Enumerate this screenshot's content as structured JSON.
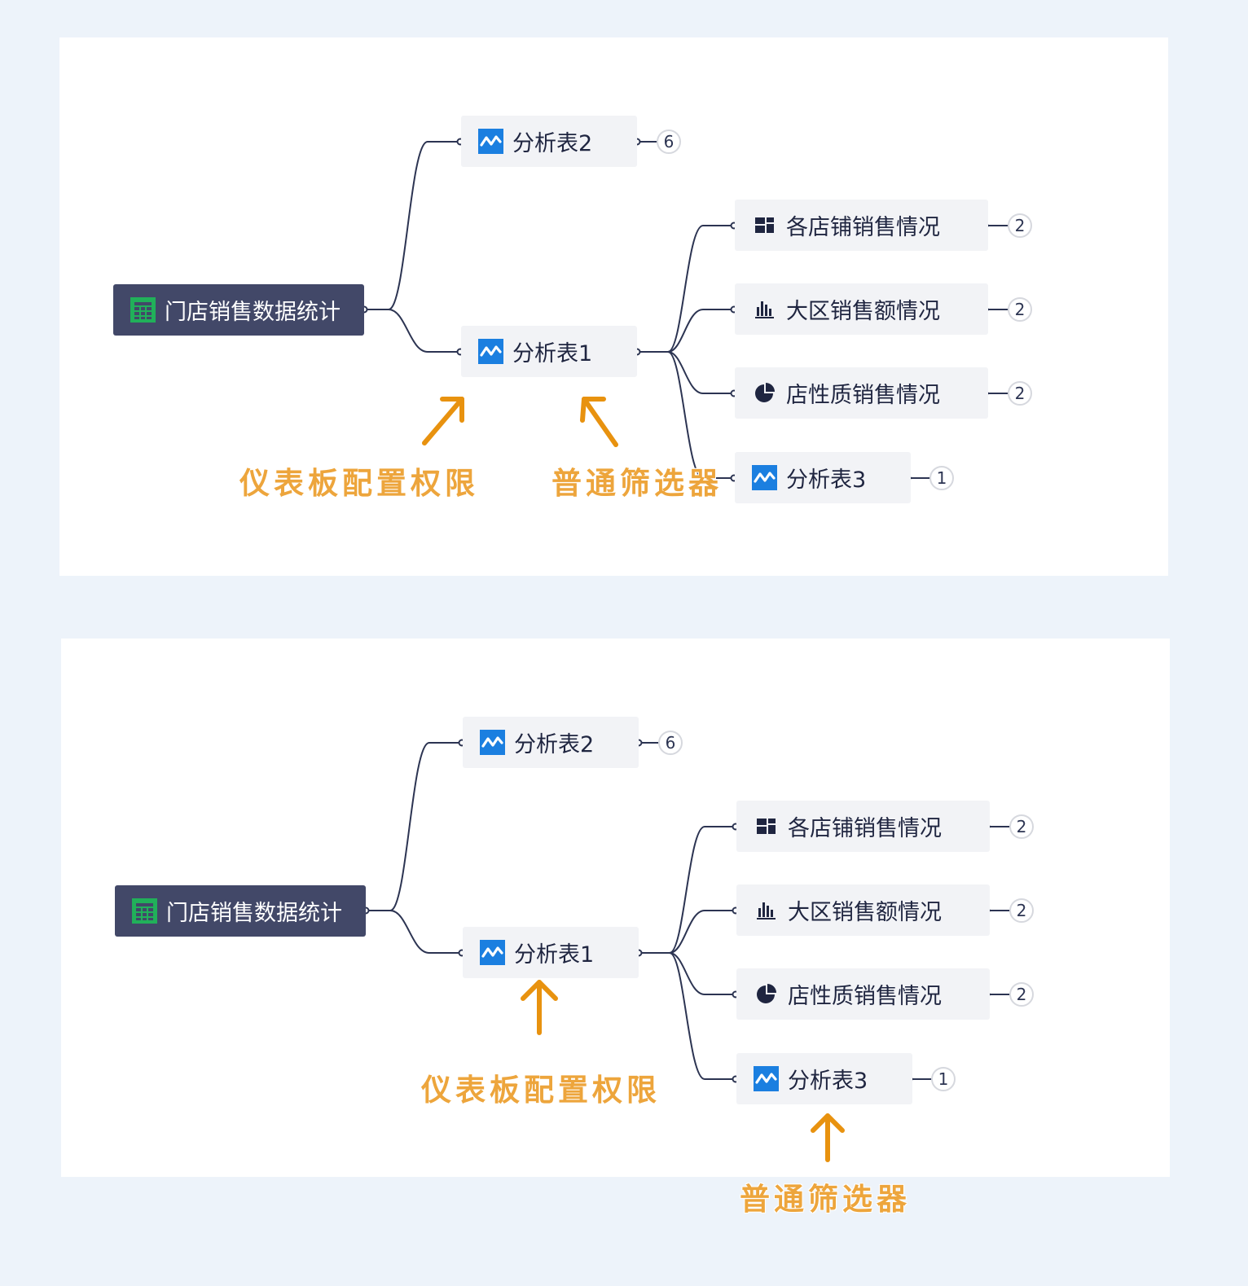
{
  "diagrams": [
    {
      "root": {
        "label": "门店销售数据统计",
        "icon": "table-icon"
      },
      "children": [
        {
          "label": "分析表2",
          "icon": "line-chart-icon",
          "count": "6"
        },
        {
          "label": "分析表1",
          "icon": "line-chart-icon"
        }
      ],
      "grandchildren": [
        {
          "label": "各店铺销售情况",
          "icon": "dashboard-grid-icon",
          "count": "2"
        },
        {
          "label": "大区销售额情况",
          "icon": "bar-chart-icon",
          "count": "2"
        },
        {
          "label": "店性质销售情况",
          "icon": "pie-chart-icon",
          "count": "2"
        },
        {
          "label": "分析表3",
          "icon": "line-chart-icon",
          "count": "1"
        }
      ],
      "annotations": [
        {
          "text": "仪表板配置权限"
        },
        {
          "text": "普通筛选器"
        }
      ]
    },
    {
      "root": {
        "label": "门店销售数据统计",
        "icon": "table-icon"
      },
      "children": [
        {
          "label": "分析表2",
          "icon": "line-chart-icon",
          "count": "6"
        },
        {
          "label": "分析表1",
          "icon": "line-chart-icon"
        }
      ],
      "grandchildren": [
        {
          "label": "各店铺销售情况",
          "icon": "dashboard-grid-icon",
          "count": "2"
        },
        {
          "label": "大区销售额情况",
          "icon": "bar-chart-icon",
          "count": "2"
        },
        {
          "label": "店性质销售情况",
          "icon": "pie-chart-icon",
          "count": "2"
        },
        {
          "label": "分析表3",
          "icon": "line-chart-icon",
          "count": "1"
        }
      ],
      "annotations": [
        {
          "text": "仪表板配置权限"
        },
        {
          "text": "普通筛选器"
        }
      ]
    }
  ],
  "colors": {
    "page_background": "#edf3fa",
    "root_node": "#424868",
    "node_background": "#f2f3f6",
    "connector": "#2c3452",
    "line_chart_icon": "#1b7fe0",
    "table_icon": "#21b05a",
    "annotation": "#eda53c",
    "arrow": "#e8920f"
  }
}
